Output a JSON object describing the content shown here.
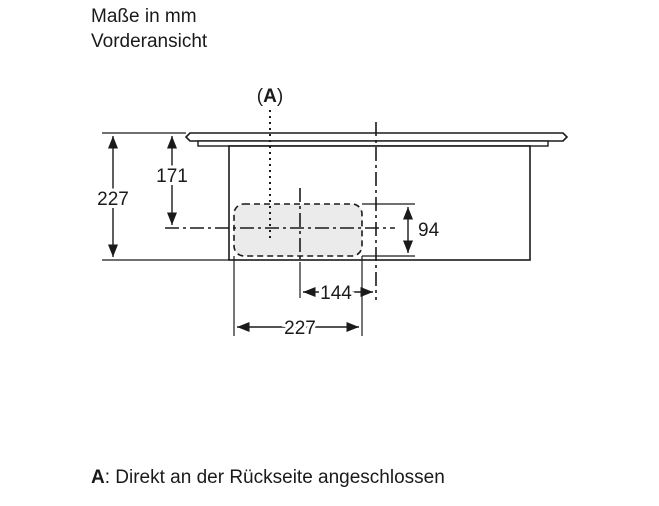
{
  "header": {
    "line1": "Maße in mm",
    "line2": "Vorderansicht"
  },
  "callout": {
    "open": "(",
    "letter": "A",
    "close": ")"
  },
  "dimensions": {
    "total_height": "227",
    "top_to_center": "171",
    "box_height": "94",
    "offset_144": "144",
    "offset_227": "227"
  },
  "legend": {
    "key": "A",
    "text": ": Direkt an der Rückseite angeschlossen"
  },
  "colors": {
    "line": "#1a1a1a",
    "hatch_fill": "#ebebeb",
    "background": "#ffffff"
  }
}
